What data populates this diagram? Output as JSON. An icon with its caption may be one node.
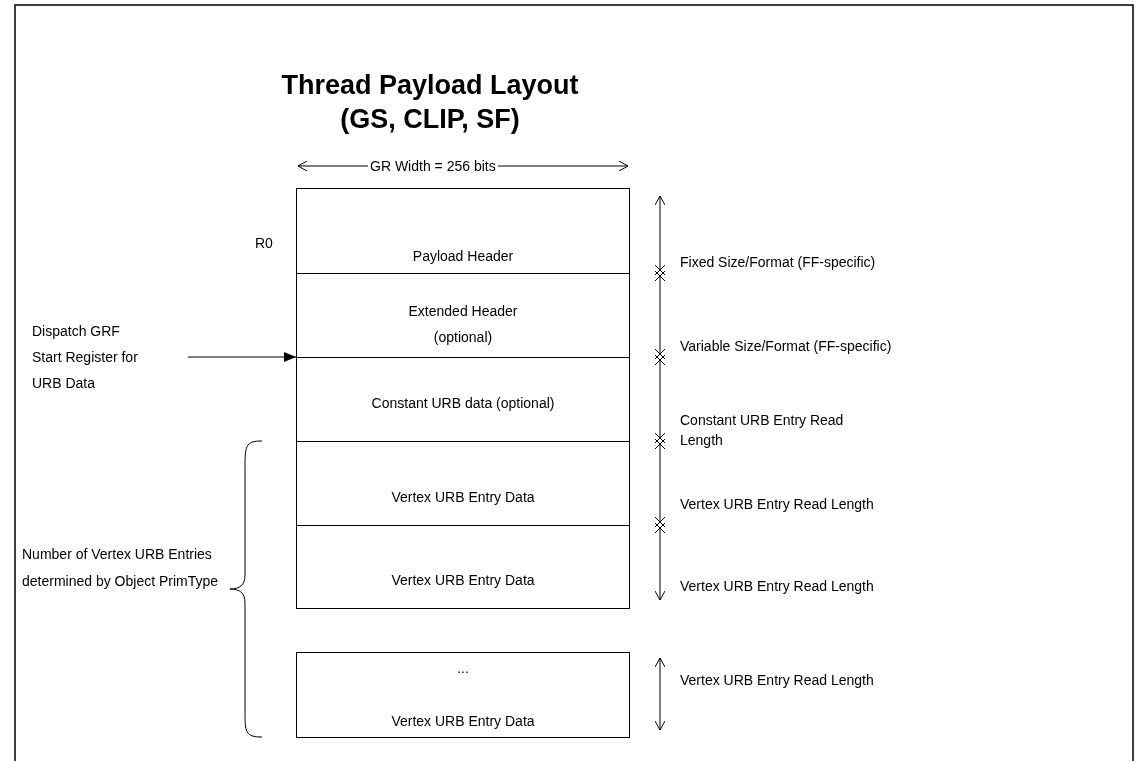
{
  "diagram": {
    "title": "Thread Payload Layout (GS, CLIP, SF)",
    "nodes": [
      {
        "text": [
          "Payload Header"
        ],
        "beside": [
          "R0"
        ]
      },
      {
        "text": [
          "Extended Header",
          "(optional)"
        ]
      },
      {
        "text": [
          "Constant URB data (optional)"
        ]
      },
      {
        "text": [
          "Vertex URB Entry Data"
        ]
      },
      {
        "text": [
          "Vertex URB Entry Data"
        ]
      },
      {
        "text": [
          "...",
          "Vertex URB Entry Data"
        ]
      },
      {
        "text": [
          "Dispatch GRF Start Register for URB Data"
        ]
      }
    ],
    "edges": [
      {
        "from": 6,
        "to": 2,
        "arrow": "to"
      }
    ],
    "labels": [
      "GR Width = 256 bits",
      "Fixed Size/Format (FF-specific)",
      "Variable Size/Format (FF-specific)",
      "Constant URB Entry Read Length",
      "Vertex URB Entry Read Length",
      "Number of Vertex URB Entries determined by Object PrimType",
      "Vertex URB Entry Read Length",
      "Vertex URB Entry Read Length"
    ]
  }
}
